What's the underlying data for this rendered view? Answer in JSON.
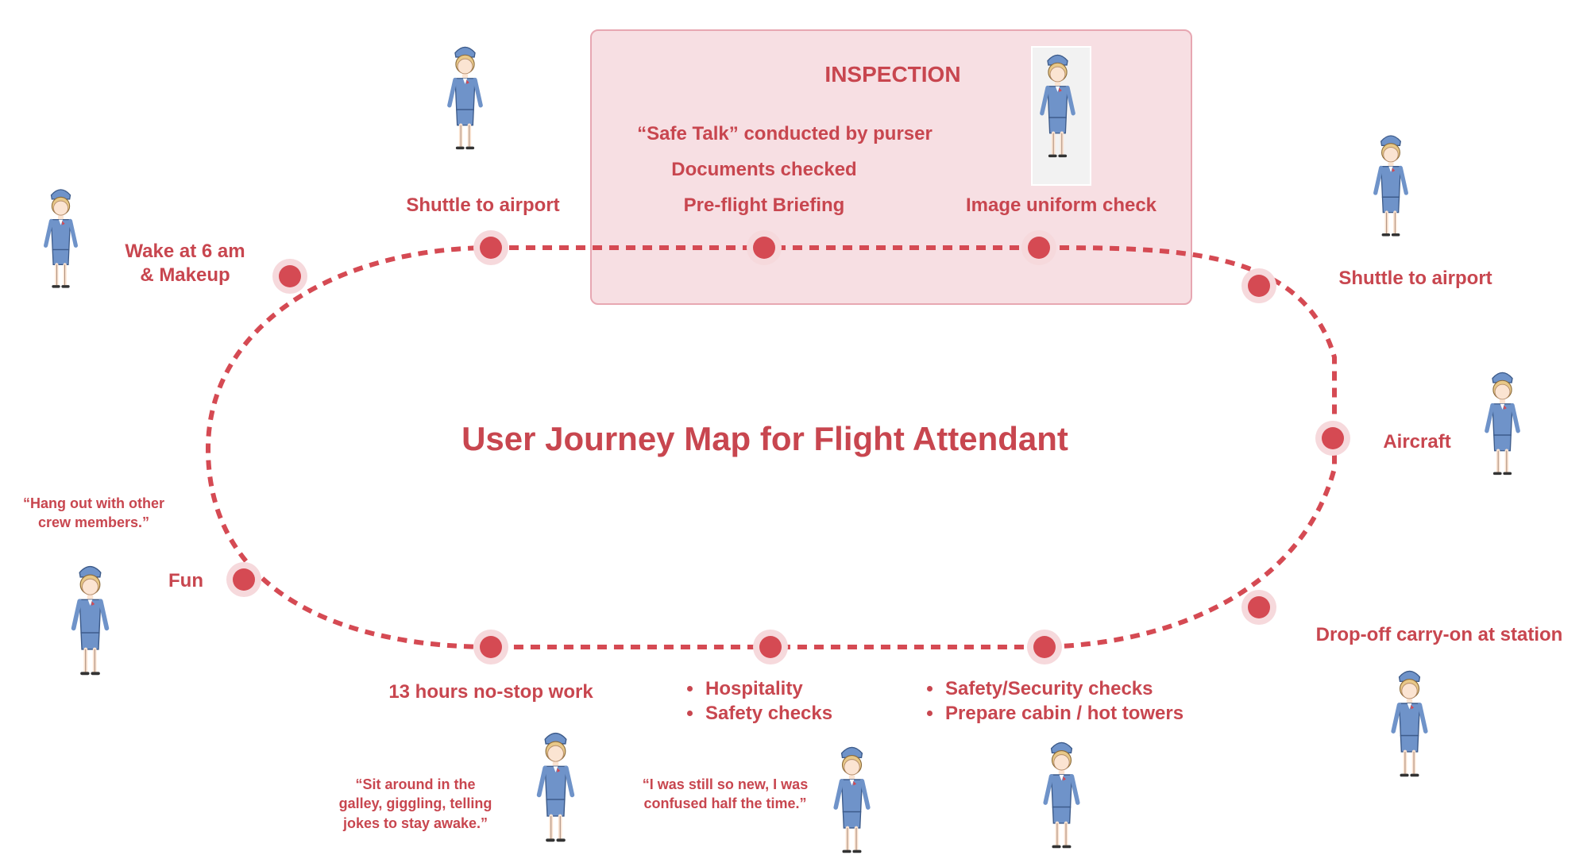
{
  "title": "User Journey Map for Flight Attendant",
  "inspection": {
    "heading": "INSPECTION",
    "items": [
      "“Safe Talk” conducted by purser",
      "Documents checked",
      "Pre-flight Briefing",
      "Image uniform check"
    ]
  },
  "stages": {
    "wake": "Wake at 6 am\n& Makeup",
    "shuttle_1": "Shuttle to airport",
    "shuttle_2": "Shuttle to airport",
    "aircraft": "Aircraft",
    "dropoff": "Drop-off carry-on at station",
    "work": "13 hours no-stop work",
    "fun": "Fun"
  },
  "bullets": {
    "service": [
      "Hospitality",
      "Safety checks"
    ],
    "prep": [
      "Safety/Security checks",
      "Prepare cabin / hot towers"
    ]
  },
  "quotes": {
    "hang_out": "“Hang out with other crew members.”",
    "galley": "“Sit around in the galley, giggling, telling jokes to stay awake.”",
    "new": "“I was still so new, I was confused half the time.”"
  },
  "colors": {
    "accent": "#c8464f",
    "path": "#d54a53",
    "inspection_fill": "#f7dfe3",
    "uniform": "#6f93c9",
    "hat": "#6f93c9",
    "hair": "#e8c888"
  }
}
